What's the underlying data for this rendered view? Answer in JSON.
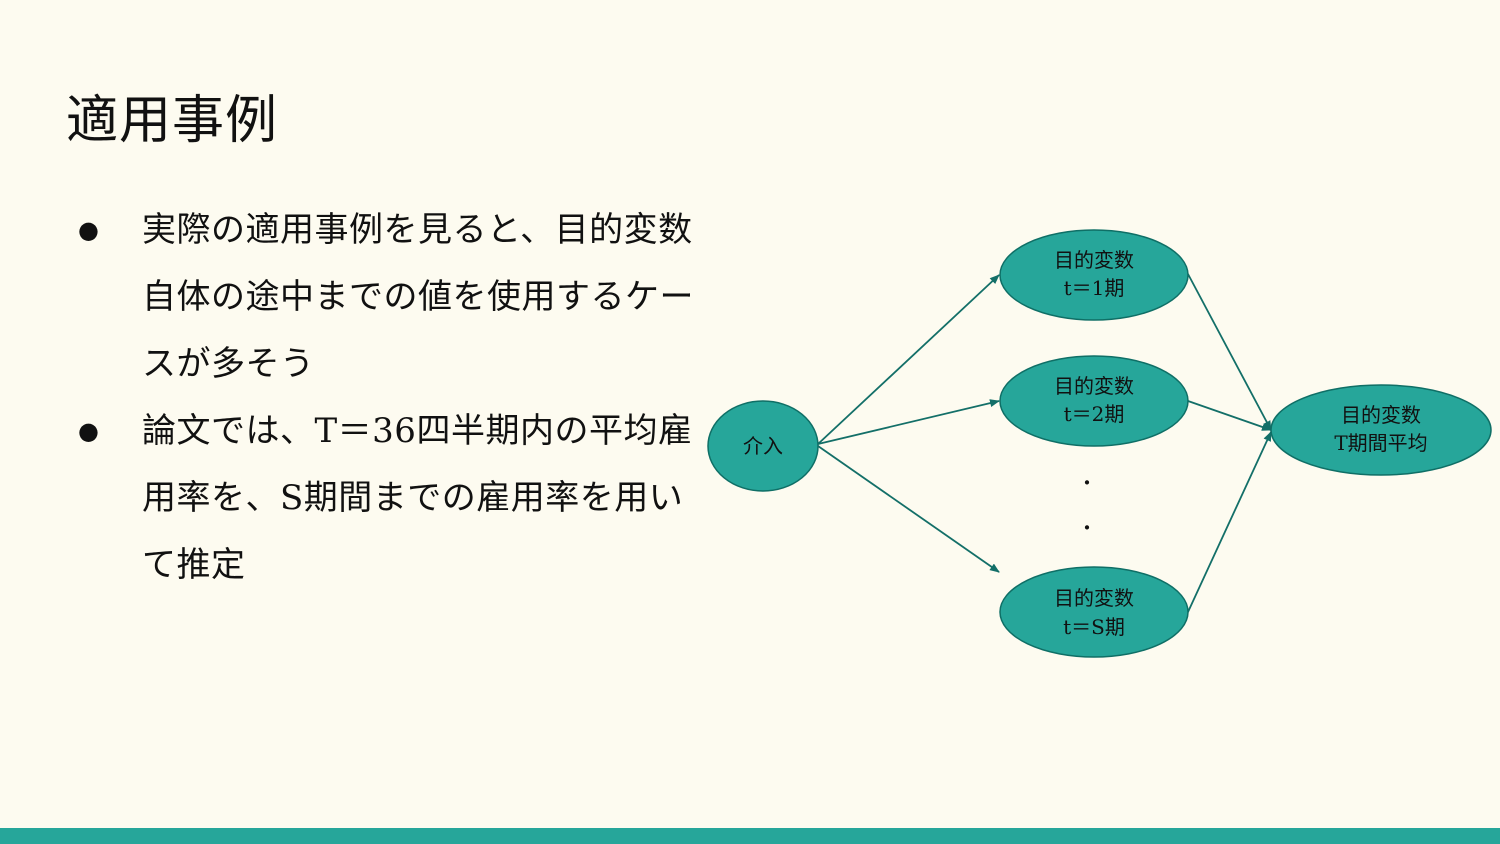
{
  "slide": {
    "title": "適用事例",
    "bullets": [
      "実際の適用事例を見ると、目的変数自体の途中までの値を使用するケースが多そう",
      "論文では、T＝36四半期内の平均雇用率を、S期間までの雇用率を用いて推定"
    ],
    "bullet_symbol": "●"
  },
  "diagram": {
    "nodes": {
      "intervention": {
        "label": "介入"
      },
      "target_t1": {
        "line1": "目的変数",
        "line2": "t＝1期"
      },
      "target_t2": {
        "line1": "目的変数",
        "line2": "t＝2期"
      },
      "target_ts": {
        "line1": "目的変数",
        "line2": "t＝S期"
      },
      "target_avg": {
        "line1": "目的変数",
        "line2": "T期間平均"
      }
    },
    "ellipsis": [
      "・",
      "・"
    ],
    "colors": {
      "node_fill": "#26a69a",
      "node_stroke": "#0f6f66",
      "edge": "#136f68"
    }
  },
  "theme": {
    "background": "#fdfbf0",
    "footer_bar": "#26a69a"
  }
}
